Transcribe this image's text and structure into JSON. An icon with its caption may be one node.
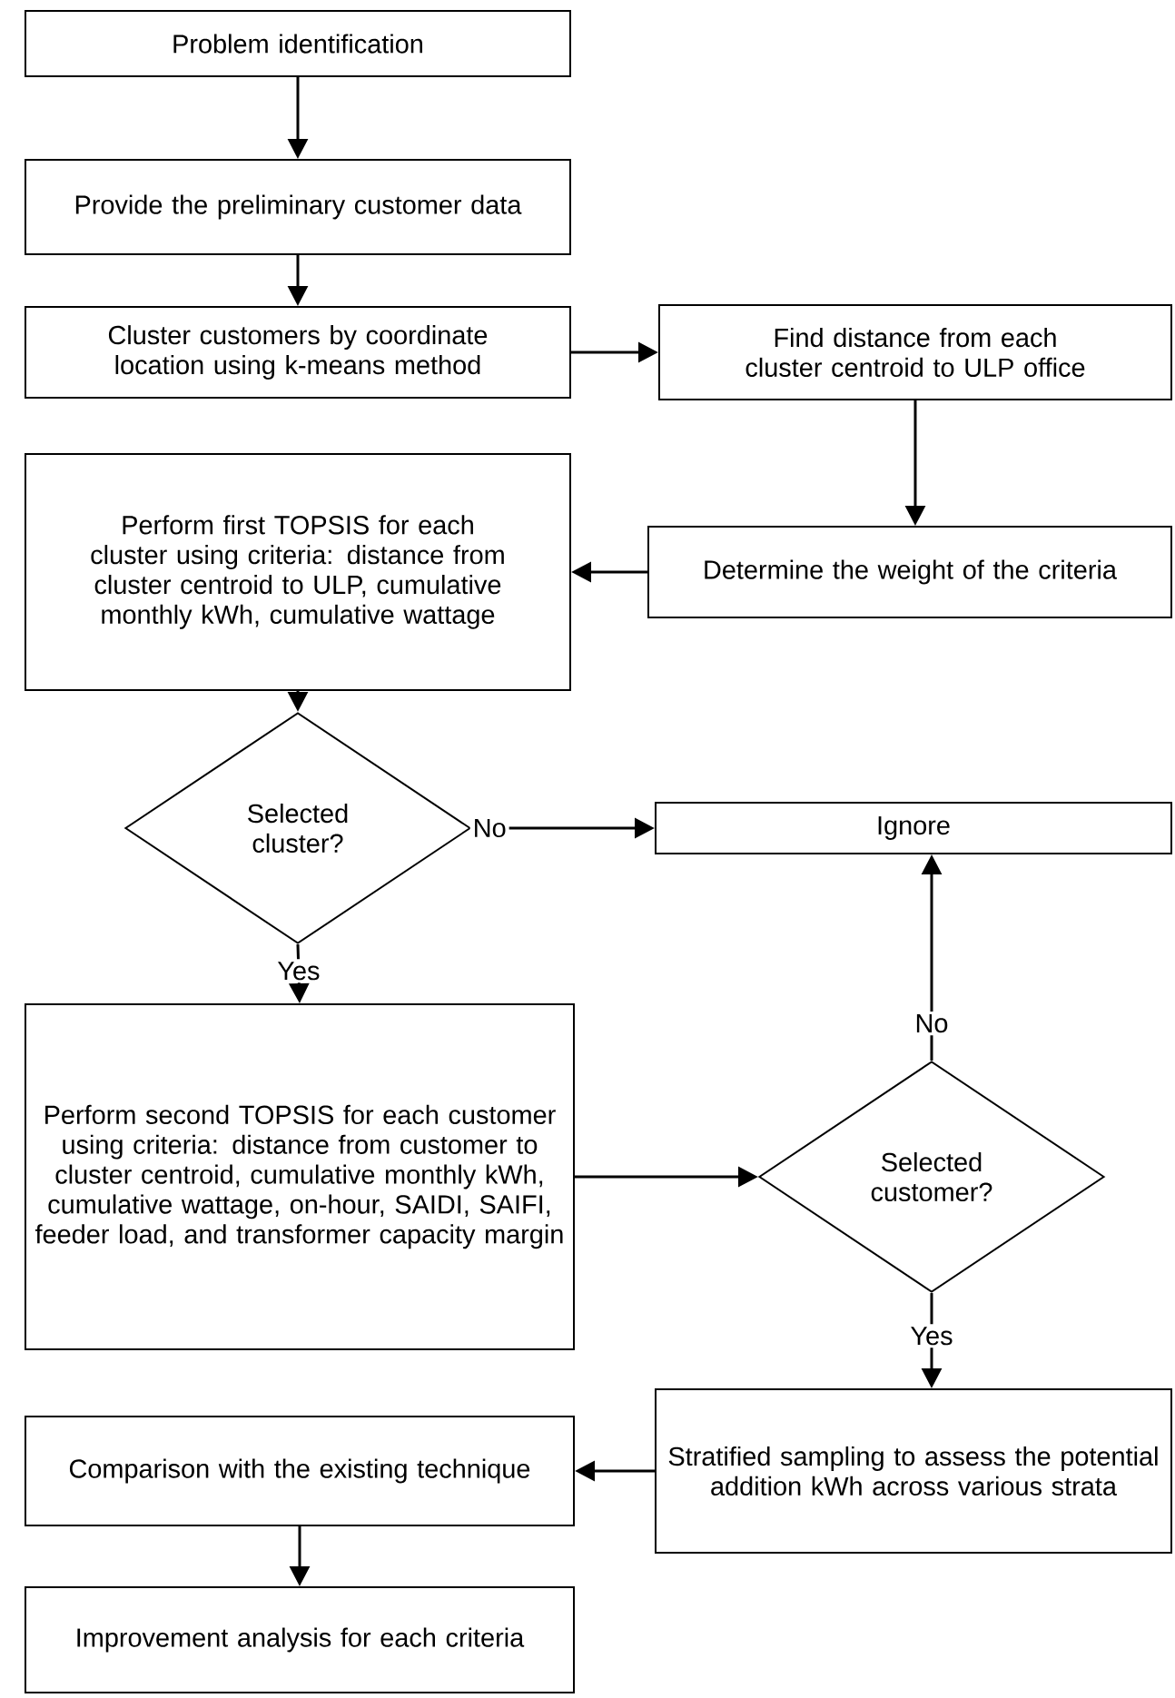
{
  "diagram": {
    "nodes": [
      {
        "text": [
          "Problem identification"
        ]
      },
      {
        "text": [
          "Provide the preliminary customer data"
        ]
      },
      {
        "text": [
          "Cluster customers by coordinate location using k-means method"
        ]
      },
      {
        "text": [
          "Find distance from each cluster centroid to ULP office"
        ]
      },
      {
        "text": [
          "Determine the weight of the criteria"
        ]
      },
      {
        "text": [
          "Perform first TOPSIS for each cluster using criteria: distance from cluster centroid to ULP, cumulative monthly kWh, cumulative wattage"
        ]
      },
      {
        "text": [
          "Selected cluster?"
        ]
      },
      {
        "text": [
          "Ignore"
        ]
      },
      {
        "text": [
          "Perform second TOPSIS for each customer using criteria: distance from customer to cluster centroid, cumulative monthly kWh, cumulative wattage, on-hour, SAIDI, SAIFI, feeder load, and transformer capacity margin"
        ]
      },
      {
        "text": [
          "Selected customer?"
        ]
      },
      {
        "text": [
          "Stratified sampling to assess the potential addition kWh across various strata"
        ]
      },
      {
        "text": [
          "Comparison with the existing technique"
        ]
      },
      {
        "text": [
          "Improvement analysis for each criteria"
        ]
      }
    ],
    "edges": [
      {
        "from": 0,
        "to": 1,
        "arrow": "to"
      },
      {
        "from": 1,
        "to": 2,
        "arrow": "to"
      },
      {
        "from": 2,
        "to": 3,
        "arrow": "to"
      },
      {
        "from": 3,
        "to": 4,
        "arrow": "to"
      },
      {
        "from": 4,
        "to": 5,
        "arrow": "to"
      },
      {
        "from": 5,
        "to": 6,
        "arrow": "to"
      },
      {
        "from": 6,
        "to": 7,
        "label": "No",
        "arrow": "to"
      },
      {
        "from": 6,
        "to": 8,
        "label": "Yes",
        "arrow": "to"
      },
      {
        "from": 8,
        "to": 9,
        "arrow": "to"
      },
      {
        "from": 9,
        "to": 7,
        "label": "No",
        "arrow": "to"
      },
      {
        "from": 9,
        "to": 10,
        "label": "Yes",
        "arrow": "to"
      },
      {
        "from": 10,
        "to": 11,
        "arrow": "to"
      },
      {
        "from": 11,
        "to": 12,
        "arrow": "to"
      }
    ]
  }
}
